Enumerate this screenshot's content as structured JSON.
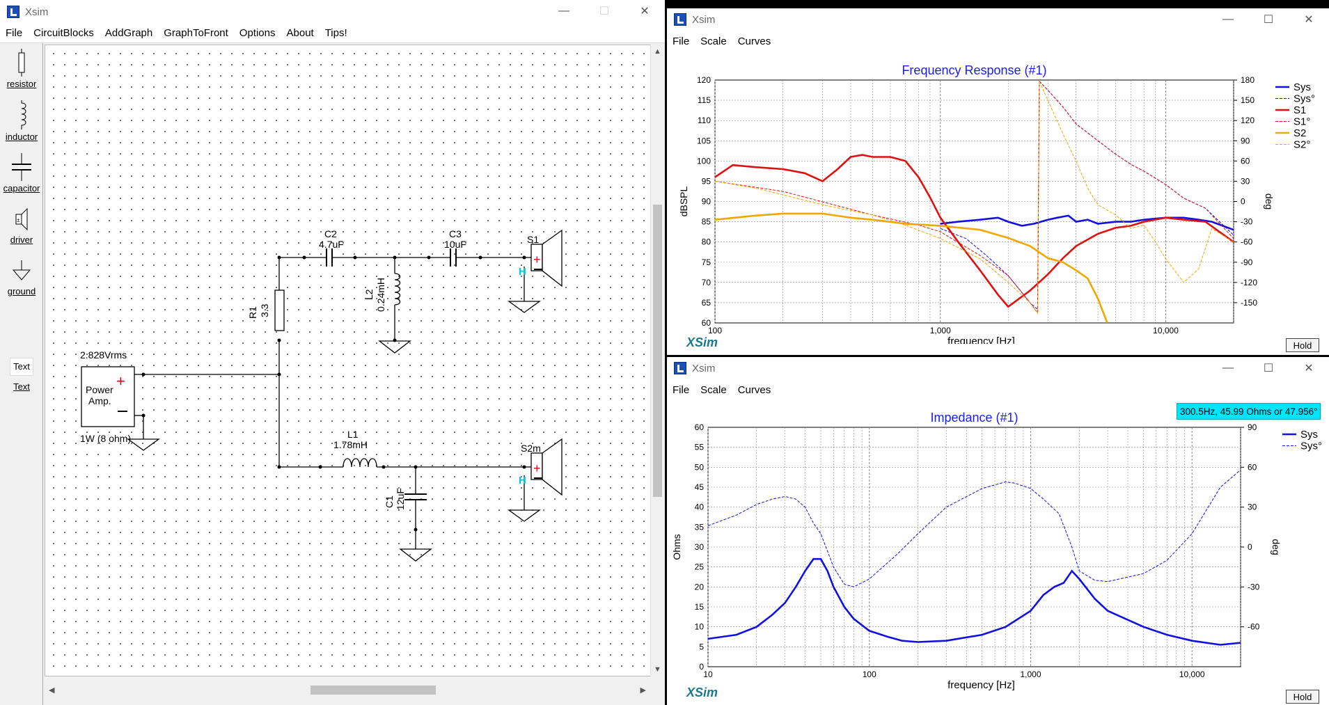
{
  "main_window": {
    "title": "Xsim",
    "menu": [
      "File",
      "CircuitBlocks",
      "AddGraph",
      "GraphToFront",
      "Options",
      "About",
      "Tips!"
    ],
    "palette": [
      "resistor",
      "inductor",
      "capacitor",
      "driver",
      "ground",
      "Text"
    ],
    "palette_text_icon": "Text",
    "schematic": {
      "amp_voltage": "2.828Vrms",
      "amp_label_1": "Power",
      "amp_label_2": "Amp.",
      "amp_load": "1W (8 ohm)",
      "r1_name": "R1",
      "r1_value": "3.3",
      "c2_name": "C2",
      "c2_value": "4.7uF",
      "c3_name": "C3",
      "c3_value": "10uF",
      "l2_name": "L2",
      "l2_value": "0.24mH",
      "l1_name": "L1",
      "l1_value": "1.78mH",
      "c1_name": "C1",
      "c1_value": "12uF",
      "s1_name": "S1",
      "s2_name": "S2m"
    }
  },
  "fr_window": {
    "title": "Xsim",
    "menu": [
      "File",
      "Scale",
      "Curves"
    ],
    "logo": "XSim",
    "hold": "Hold"
  },
  "imp_window": {
    "title": "Xsim",
    "menu": [
      "File",
      "Scale",
      "Curves"
    ],
    "logo": "XSim",
    "hold": "Hold",
    "readout": "300.5Hz, 45.99 Ohms or 47.956°"
  },
  "colors": {
    "blue": "#1010e0",
    "red": "#e01010",
    "orange": "#f0a800",
    "grid": "#888888",
    "title": "#1a1aff"
  },
  "chart_data": [
    {
      "type": "line",
      "title": "Frequency Response (#1)",
      "xlabel": "frequency [Hz]",
      "ylabel": "dBSPL",
      "y2label": "deg",
      "xscale": "log",
      "xlim": [
        100,
        20000
      ],
      "ylim": [
        60,
        120
      ],
      "y2lim": [
        -180,
        180
      ],
      "x_ticks": [
        "100",
        "1,000",
        "10,000"
      ],
      "y_ticks": [
        120,
        115,
        110,
        105,
        100,
        95,
        90,
        85,
        80,
        75,
        70,
        65,
        60
      ],
      "y2_ticks": [
        180,
        150,
        120,
        90,
        60,
        30,
        0,
        -30,
        -60,
        -90,
        -120,
        -150
      ],
      "grid": true,
      "legend_position": "right",
      "legend": [
        "Sys",
        "Sys°",
        "S1",
        "S1°",
        "S2",
        "S2°"
      ],
      "series": [
        {
          "name": "Sys",
          "axis": "left",
          "color": "blue",
          "style": "solid",
          "x": [
            1000,
            1200,
            1500,
            1800,
            2000,
            2300,
            2600,
            3000,
            3300,
            3700,
            4000,
            4500,
            5000,
            6000,
            7000,
            8000,
            10000,
            12000,
            14000,
            16000,
            20000
          ],
          "y": [
            84.5,
            85,
            85.5,
            86,
            85,
            84,
            84.5,
            85.5,
            86,
            86.5,
            85,
            85.5,
            84.5,
            85,
            85,
            85.5,
            86,
            86,
            85.5,
            85,
            83
          ]
        },
        {
          "name": "Sys°",
          "axis": "right",
          "color": "blue",
          "style": "dashed",
          "x": [
            1000,
            1300,
            1600,
            2000,
            2500,
            2700,
            2750,
            3000,
            3500,
            4000,
            5000,
            6000,
            7000,
            8000,
            10000,
            12000,
            15000,
            20000
          ],
          "y": [
            -40,
            -55,
            -80,
            -110,
            -150,
            -160,
            178,
            165,
            140,
            115,
            90,
            70,
            55,
            45,
            25,
            5,
            -10,
            -50
          ]
        },
        {
          "name": "S1",
          "axis": "left",
          "color": "red",
          "style": "solid",
          "x": [
            100,
            120,
            150,
            200,
            250,
            300,
            350,
            400,
            450,
            500,
            600,
            700,
            800,
            900,
            1000,
            1200,
            1500,
            1800,
            2000,
            2500,
            3000,
            3500,
            4000,
            5000,
            6000,
            7000,
            8000,
            10000,
            12000,
            15000,
            20000
          ],
          "y": [
            96,
            99,
            98.5,
            98,
            97,
            95,
            98,
            101,
            101.5,
            101,
            101,
            100,
            96,
            91,
            86,
            80,
            73,
            67,
            64,
            68,
            72,
            76,
            79,
            82,
            83.5,
            84,
            85,
            86,
            85.5,
            85,
            80
          ]
        },
        {
          "name": "S1°",
          "axis": "right",
          "color": "red",
          "style": "dashed",
          "x": [
            100,
            200,
            500,
            800,
            1000,
            1500,
            2000,
            2500,
            2700,
            2750,
            3000,
            3500,
            4000,
            5000,
            6000,
            7000,
            8000,
            10000,
            12000,
            15000,
            20000
          ],
          "y": [
            30,
            15,
            -20,
            -35,
            -45,
            -80,
            -110,
            -150,
            -165,
            178,
            165,
            140,
            115,
            90,
            70,
            55,
            45,
            25,
            5,
            -10,
            -55
          ]
        },
        {
          "name": "S2",
          "axis": "left",
          "color": "orange",
          "style": "solid",
          "x": [
            100,
            150,
            200,
            300,
            400,
            500,
            700,
            1000,
            1500,
            2000,
            2500,
            3000,
            3500,
            4000,
            4500,
            5000,
            5500
          ],
          "y": [
            85.5,
            86.5,
            87,
            87,
            86,
            85.5,
            84.5,
            84,
            83,
            81,
            79,
            76,
            75,
            73,
            71,
            66,
            60
          ]
        },
        {
          "name": "S2°",
          "axis": "right",
          "color": "orange",
          "style": "dashed",
          "x": [
            100,
            150,
            200,
            300,
            500,
            700,
            1000,
            1500,
            2000,
            2500,
            2700,
            2750,
            3000,
            3500,
            4000,
            4500,
            5000,
            6000,
            7000,
            8000,
            9000,
            10000,
            12000,
            14000,
            16000,
            20000
          ],
          "y": [
            30,
            20,
            10,
            -5,
            -20,
            -35,
            -55,
            -85,
            -120,
            -150,
            -165,
            178,
            150,
            100,
            60,
            20,
            -5,
            -20,
            -40,
            -35,
            -60,
            -85,
            -120,
            -100,
            -40,
            -60
          ]
        }
      ]
    },
    {
      "type": "line",
      "title": "Impedance (#1)",
      "xlabel": "frequency [Hz]",
      "ylabel": "Ohms",
      "y2label": "deg",
      "xscale": "log",
      "xlim": [
        10,
        20000
      ],
      "ylim": [
        0,
        60
      ],
      "y2lim": [
        -90,
        90
      ],
      "x_ticks": [
        "10",
        "100",
        "1,000",
        "10,000"
      ],
      "y_ticks": [
        60,
        55,
        50,
        45,
        40,
        35,
        30,
        25,
        20,
        15,
        10,
        5,
        0
      ],
      "y2_ticks": [
        90,
        60,
        30,
        0,
        -30,
        -60
      ],
      "grid": true,
      "legend_position": "right",
      "legend": [
        "Sys",
        "Sys°"
      ],
      "series": [
        {
          "name": "Sys",
          "axis": "left",
          "color": "blue",
          "style": "solid",
          "x": [
            10,
            15,
            20,
            25,
            30,
            35,
            40,
            45,
            50,
            55,
            60,
            70,
            80,
            100,
            130,
            160,
            200,
            300,
            500,
            700,
            1000,
            1200,
            1400,
            1600,
            1800,
            2000,
            2500,
            3000,
            5000,
            7000,
            10000,
            15000,
            20000
          ],
          "y": [
            7,
            8,
            10,
            13,
            16,
            20,
            24,
            27,
            27,
            24,
            20,
            15,
            12,
            9,
            7.5,
            6.5,
            6.2,
            6.5,
            8,
            10,
            14,
            18,
            20,
            21,
            24,
            22,
            17,
            14,
            10,
            8,
            6.5,
            5.5,
            6
          ]
        },
        {
          "name": "Sys°",
          "axis": "right",
          "color": "blue",
          "style": "dashed",
          "x": [
            10,
            15,
            20,
            25,
            30,
            35,
            40,
            45,
            50,
            60,
            70,
            80,
            100,
            150,
            200,
            300,
            500,
            700,
            800,
            1000,
            1200,
            1500,
            1800,
            2000,
            2500,
            3000,
            5000,
            7000,
            10000,
            15000,
            20000
          ],
          "y": [
            16,
            24,
            32,
            36,
            38,
            36,
            30,
            18,
            10,
            -15,
            -28,
            -30,
            -24,
            -5,
            10,
            30,
            44,
            49,
            48,
            44,
            36,
            25,
            0,
            -18,
            -25,
            -26,
            -20,
            -10,
            10,
            45,
            58
          ]
        }
      ]
    }
  ]
}
